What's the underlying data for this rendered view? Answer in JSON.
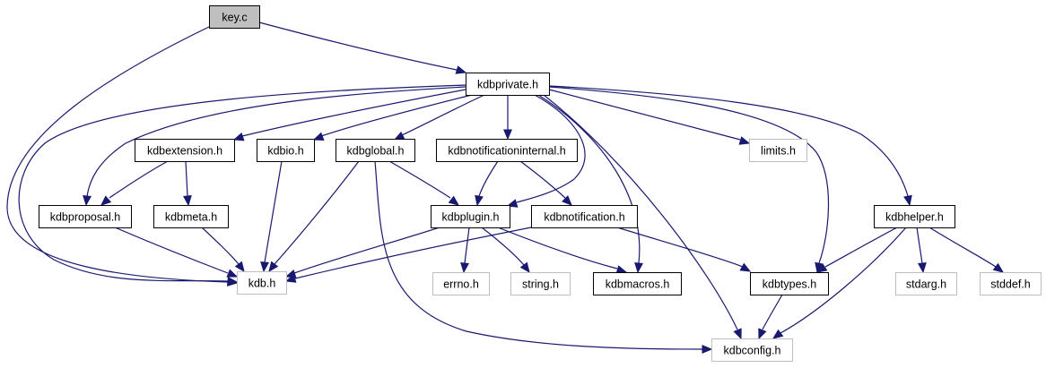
{
  "graph": {
    "title": "Include dependency graph for key.c",
    "colors": {
      "edge": "#191970",
      "root_fill": "#bfbfbf",
      "root_border": "#000000",
      "documented_border": "#000000",
      "external_border": "#bfbfbf",
      "node_fill": "#ffffff"
    },
    "nodes": [
      {
        "id": "key_c",
        "label": "key.c",
        "kind": "root"
      },
      {
        "id": "kdbprivate_h",
        "label": "kdbprivate.h",
        "kind": "documented"
      },
      {
        "id": "kdbextension_h",
        "label": "kdbextension.h",
        "kind": "documented"
      },
      {
        "id": "kdbio_h",
        "label": "kdbio.h",
        "kind": "documented"
      },
      {
        "id": "kdbglobal_h",
        "label": "kdbglobal.h",
        "kind": "documented"
      },
      {
        "id": "kdbnotificationinternal_h",
        "label": "kdbnotificationinternal.h",
        "kind": "documented"
      },
      {
        "id": "limits_h",
        "label": "limits.h",
        "kind": "external"
      },
      {
        "id": "kdbproposal_h",
        "label": "kdbproposal.h",
        "kind": "documented"
      },
      {
        "id": "kdbmeta_h",
        "label": "kdbmeta.h",
        "kind": "documented"
      },
      {
        "id": "kdbplugin_h",
        "label": "kdbplugin.h",
        "kind": "documented"
      },
      {
        "id": "kdbnotification_h",
        "label": "kdbnotification.h",
        "kind": "documented"
      },
      {
        "id": "kdbhelper_h",
        "label": "kdbhelper.h",
        "kind": "documented"
      },
      {
        "id": "kdb_h",
        "label": "kdb.h",
        "kind": "external"
      },
      {
        "id": "errno_h",
        "label": "errno.h",
        "kind": "external"
      },
      {
        "id": "string_h",
        "label": "string.h",
        "kind": "external"
      },
      {
        "id": "kdbmacros_h",
        "label": "kdbmacros.h",
        "kind": "documented"
      },
      {
        "id": "kdbtypes_h",
        "label": "kdbtypes.h",
        "kind": "documented"
      },
      {
        "id": "stdarg_h",
        "label": "stdarg.h",
        "kind": "external"
      },
      {
        "id": "stddef_h",
        "label": "stddef.h",
        "kind": "external"
      },
      {
        "id": "kdbconfig_h",
        "label": "kdbconfig.h",
        "kind": "external"
      }
    ],
    "edges": [
      {
        "from": "key_c",
        "to": "kdbprivate_h"
      },
      {
        "from": "key_c",
        "to": "kdb_h"
      },
      {
        "from": "kdbprivate_h",
        "to": "kdb_h"
      },
      {
        "from": "kdbprivate_h",
        "to": "kdbproposal_h"
      },
      {
        "from": "kdbprivate_h",
        "to": "kdbextension_h"
      },
      {
        "from": "kdbprivate_h",
        "to": "kdbio_h"
      },
      {
        "from": "kdbprivate_h",
        "to": "kdbglobal_h"
      },
      {
        "from": "kdbprivate_h",
        "to": "kdbnotificationinternal_h"
      },
      {
        "from": "kdbprivate_h",
        "to": "kdbplugin_h"
      },
      {
        "from": "kdbprivate_h",
        "to": "kdbmacros_h"
      },
      {
        "from": "kdbprivate_h",
        "to": "kdbconfig_h"
      },
      {
        "from": "kdbprivate_h",
        "to": "limits_h"
      },
      {
        "from": "kdbprivate_h",
        "to": "kdbtypes_h"
      },
      {
        "from": "kdbprivate_h",
        "to": "kdbhelper_h"
      },
      {
        "from": "kdbextension_h",
        "to": "kdbproposal_h"
      },
      {
        "from": "kdbextension_h",
        "to": "kdbmeta_h"
      },
      {
        "from": "kdbio_h",
        "to": "kdb_h"
      },
      {
        "from": "kdbglobal_h",
        "to": "kdb_h"
      },
      {
        "from": "kdbglobal_h",
        "to": "kdbplugin_h"
      },
      {
        "from": "kdbglobal_h",
        "to": "kdbconfig_h"
      },
      {
        "from": "kdbnotificationinternal_h",
        "to": "kdbplugin_h"
      },
      {
        "from": "kdbnotificationinternal_h",
        "to": "kdbnotification_h"
      },
      {
        "from": "kdbproposal_h",
        "to": "kdb_h"
      },
      {
        "from": "kdbmeta_h",
        "to": "kdb_h"
      },
      {
        "from": "kdbplugin_h",
        "to": "kdb_h"
      },
      {
        "from": "kdbplugin_h",
        "to": "errno_h"
      },
      {
        "from": "kdbplugin_h",
        "to": "string_h"
      },
      {
        "from": "kdbplugin_h",
        "to": "kdbmacros_h"
      },
      {
        "from": "kdbnotification_h",
        "to": "kdb_h"
      },
      {
        "from": "kdbnotification_h",
        "to": "kdbtypes_h"
      },
      {
        "from": "kdbhelper_h",
        "to": "kdbtypes_h"
      },
      {
        "from": "kdbhelper_h",
        "to": "kdbconfig_h"
      },
      {
        "from": "kdbhelper_h",
        "to": "stdarg_h"
      },
      {
        "from": "kdbhelper_h",
        "to": "stddef_h"
      },
      {
        "from": "kdbtypes_h",
        "to": "kdbconfig_h"
      }
    ]
  }
}
